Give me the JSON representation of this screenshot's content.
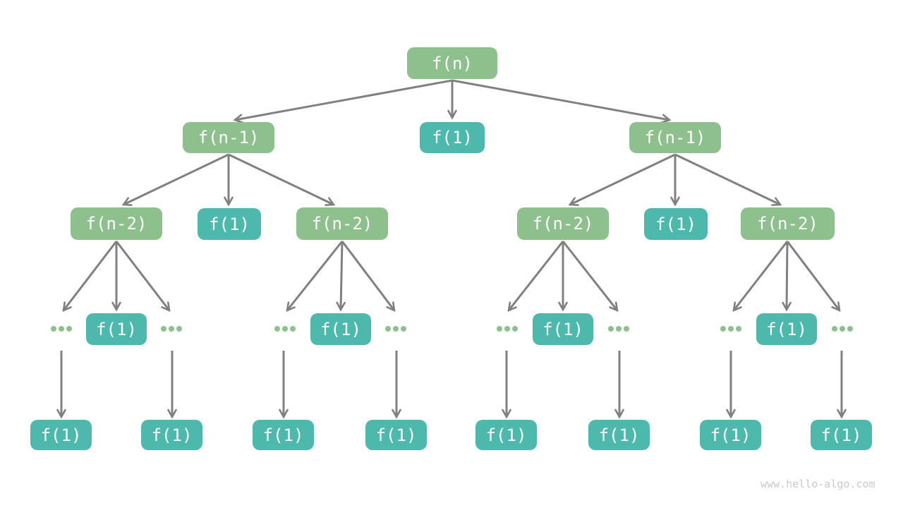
{
  "page": {
    "watermark": "www.hello-algo.com"
  },
  "palette": {
    "node_green": "#8DC08D",
    "node_teal": "#4DB8AC",
    "edge_gray": "#808080",
    "node_text": "#FFFFFF",
    "watermark_gray": "#C9C9C9",
    "background": "#FFFFFF"
  },
  "diagram": {
    "type": "recursion-call-tree",
    "levels": [
      {
        "name": "level-1",
        "nodes": [
          {
            "label": "f(n)",
            "color": "green"
          }
        ]
      },
      {
        "name": "level-2",
        "nodes": [
          {
            "label": "f(n-1)",
            "color": "green"
          },
          {
            "label": "f(1)",
            "color": "teal"
          },
          {
            "label": "f(n-1)",
            "color": "green"
          }
        ]
      },
      {
        "name": "level-3",
        "nodes": [
          {
            "label": "f(n-2)",
            "color": "green"
          },
          {
            "label": "f(1)",
            "color": "teal"
          },
          {
            "label": "f(n-2)",
            "color": "green"
          },
          {
            "label": "f(n-2)",
            "color": "green"
          },
          {
            "label": "f(1)",
            "color": "teal"
          },
          {
            "label": "f(n-2)",
            "color": "green"
          }
        ]
      },
      {
        "name": "level-4",
        "nodes": [
          {
            "type": "ellipsis"
          },
          {
            "label": "f(1)",
            "color": "teal"
          },
          {
            "type": "ellipsis"
          },
          {
            "type": "ellipsis"
          },
          {
            "label": "f(1)",
            "color": "teal"
          },
          {
            "type": "ellipsis"
          },
          {
            "type": "ellipsis"
          },
          {
            "label": "f(1)",
            "color": "teal"
          },
          {
            "type": "ellipsis"
          },
          {
            "type": "ellipsis"
          },
          {
            "label": "f(1)",
            "color": "teal"
          },
          {
            "type": "ellipsis"
          }
        ]
      },
      {
        "name": "level-5",
        "nodes": [
          {
            "label": "f(1)",
            "color": "teal"
          },
          {
            "label": "f(1)",
            "color": "teal"
          },
          {
            "label": "f(1)",
            "color": "teal"
          },
          {
            "label": "f(1)",
            "color": "teal"
          },
          {
            "label": "f(1)",
            "color": "teal"
          },
          {
            "label": "f(1)",
            "color": "teal"
          },
          {
            "label": "f(1)",
            "color": "teal"
          },
          {
            "label": "f(1)",
            "color": "teal"
          }
        ]
      }
    ]
  }
}
